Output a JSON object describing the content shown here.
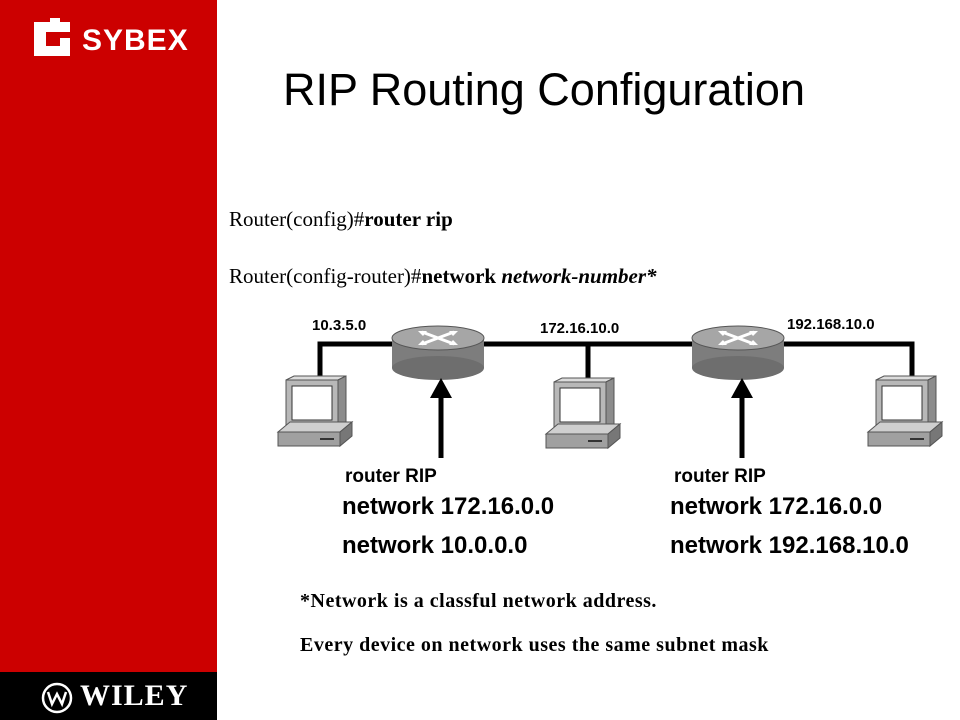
{
  "brand": {
    "sybex": "SYBEX",
    "wiley": "WILEY"
  },
  "title": "RIP Routing Configuration",
  "commands": [
    {
      "prompt": "Router(config)#",
      "keyword": "router rip",
      "arg": ""
    },
    {
      "prompt": "Router(config-router)#",
      "keyword": "network ",
      "arg": "network-number*"
    }
  ],
  "networks": [
    "10.3.5.0",
    "172.16.10.0",
    "192.168.10.0"
  ],
  "routers": [
    {
      "label": "router RIP",
      "lines": [
        "network 172.16.0.0",
        "network 10.0.0.0"
      ]
    },
    {
      "label": "router RIP",
      "lines": [
        "network 172.16.0.0",
        "network 192.168.10.0"
      ]
    }
  ],
  "notes": [
    "*Network is a classful network address.",
    "Every device on network uses the same subnet mask"
  ],
  "colors": {
    "sidebar": "#cc0000",
    "footer": "#000000",
    "router": "#8a8a8a"
  }
}
